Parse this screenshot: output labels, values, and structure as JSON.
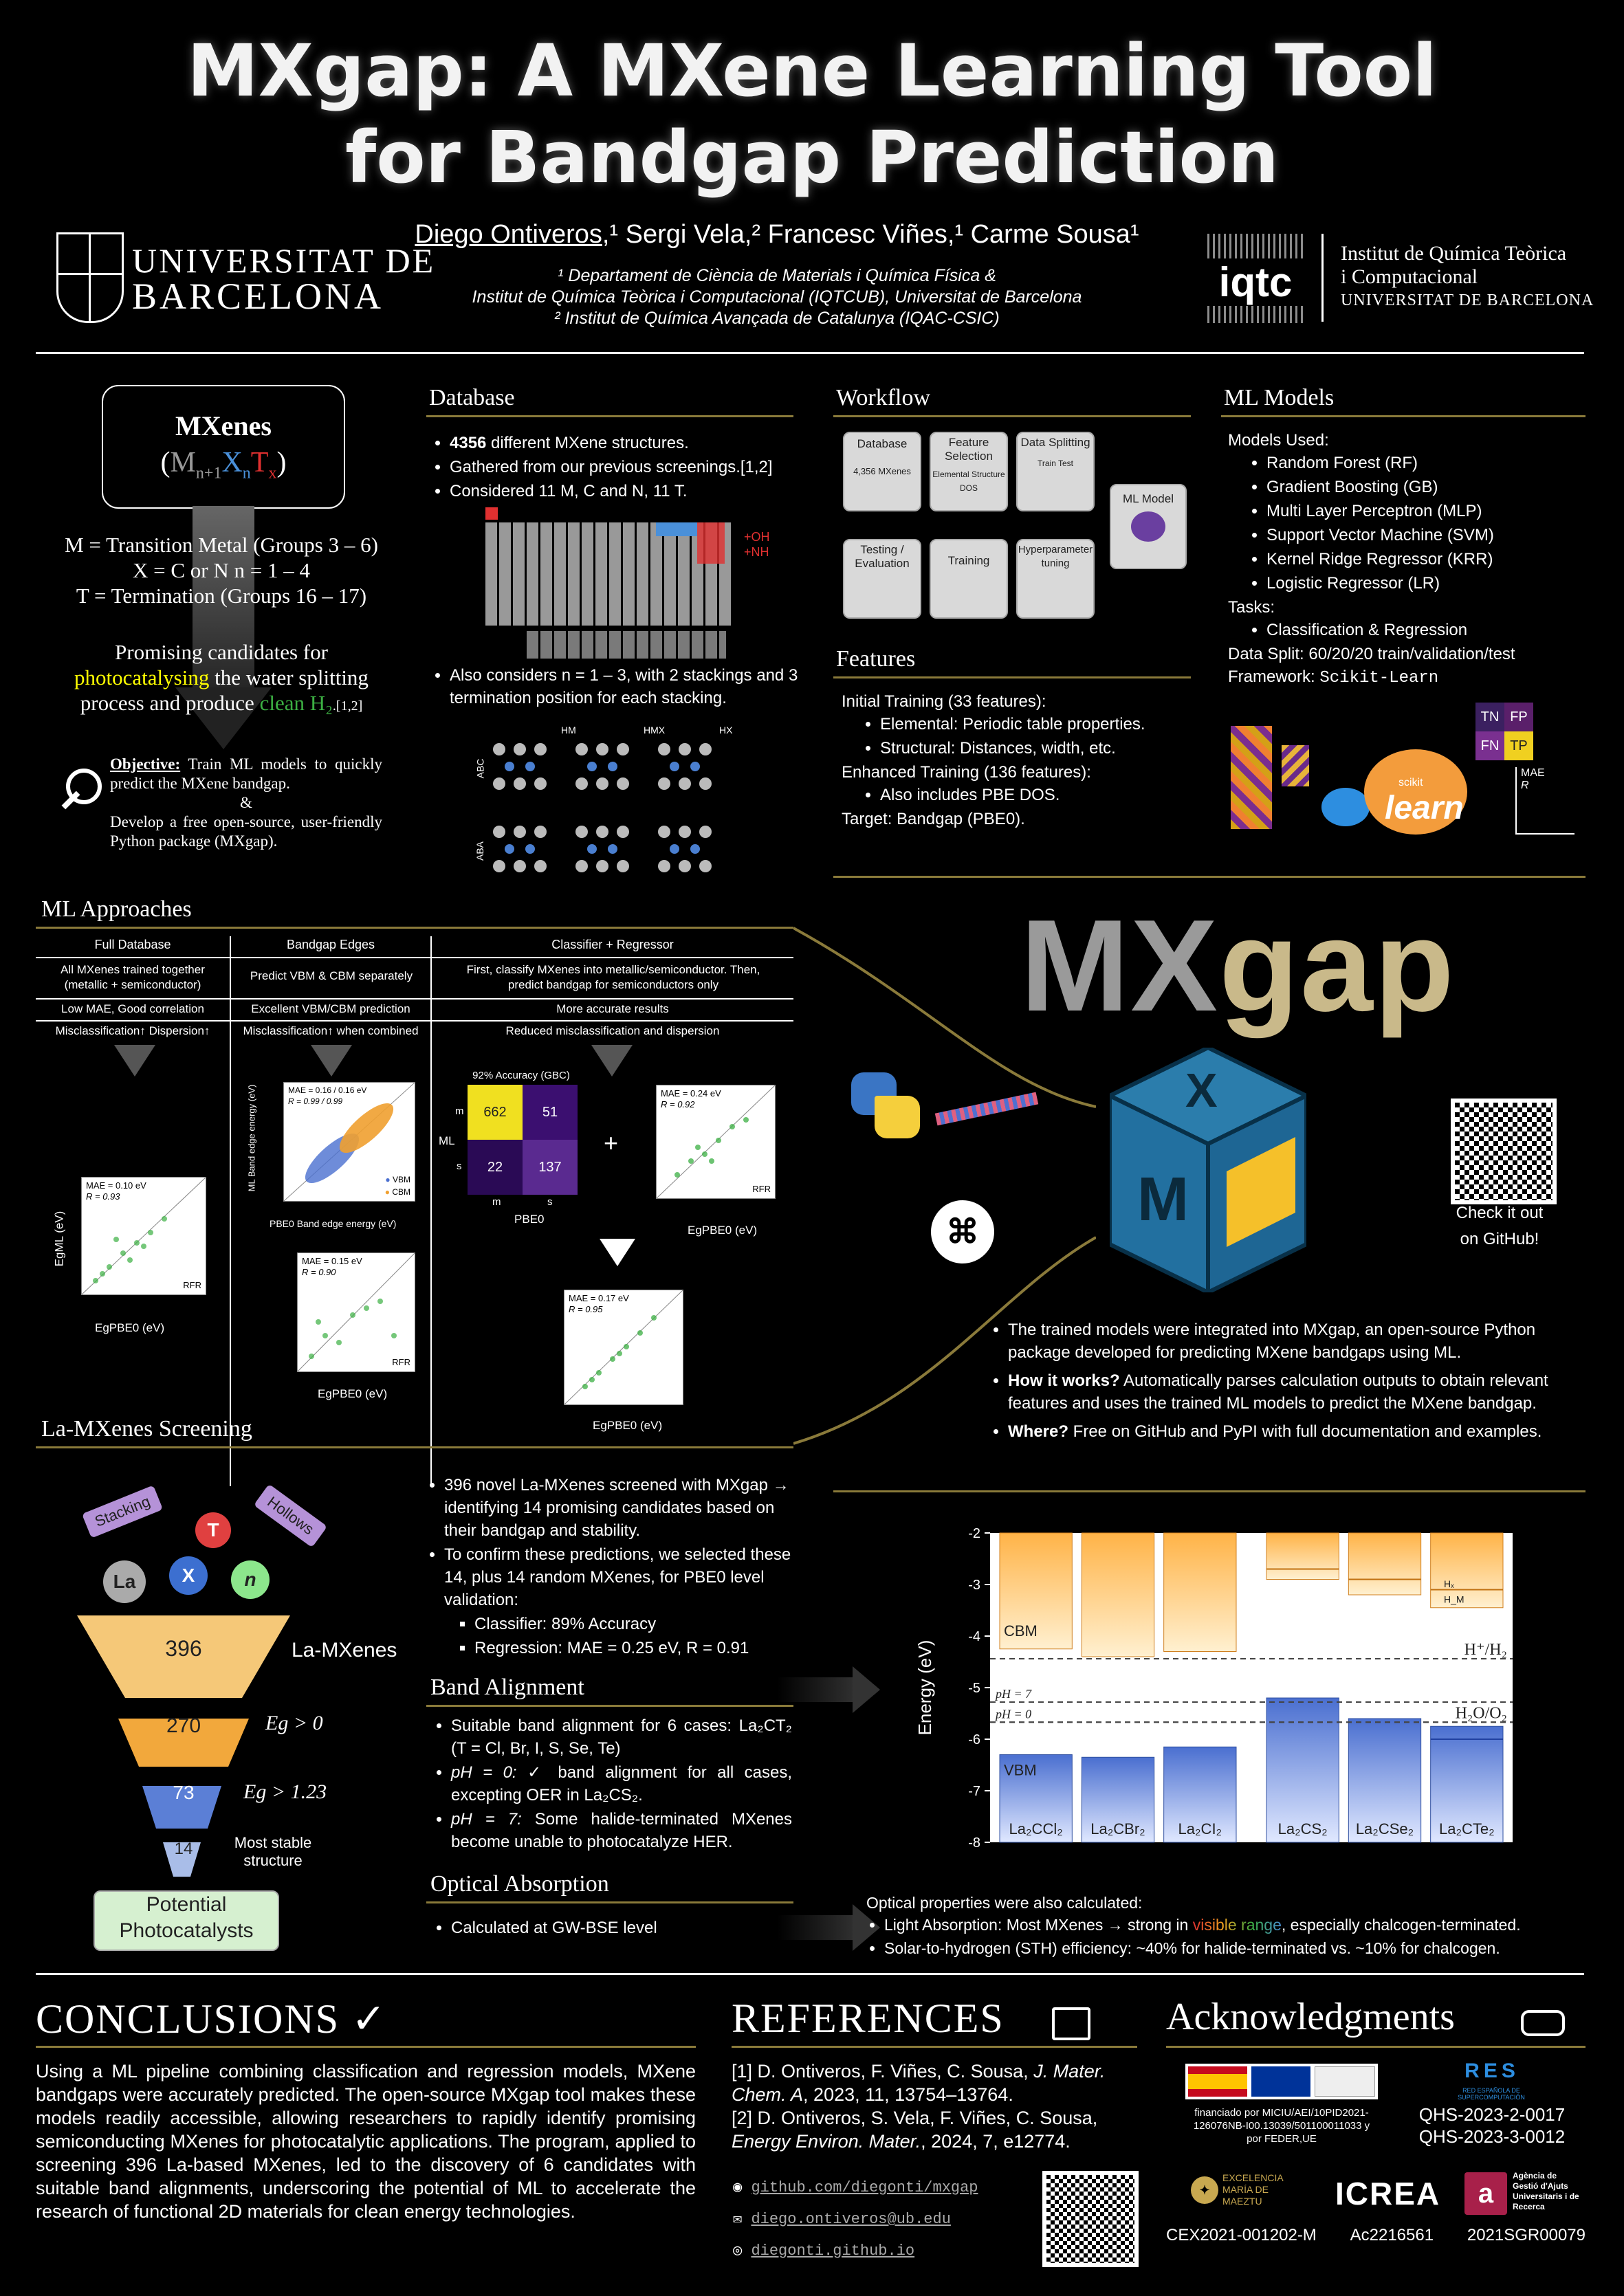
{
  "title": {
    "line1": "MXgap: A MXene Learning Tool",
    "line2": "for Bandgap Prediction"
  },
  "authors": {
    "first": "Diego Ontiveros",
    "rest": ",¹ Sergi Vela,² Francesc Viñes,¹ Carme Sousa¹",
    "aff1": "¹ Departament de Ciència de Materials i Química Física &",
    "aff1b": "Institut de Química Teòrica i Computacional (IQTCUB), Universitat de Barcelona",
    "aff2": "² Institut de Química Avançada de Catalunya (IQAC-CSIC)"
  },
  "logos": {
    "ub_line1": "UNIVERSITAT DE",
    "ub_line2": "BARCELONA",
    "iqtc_mark": "iqtc",
    "iqtc_line1": "Institut de Química Teòrica",
    "iqtc_line2": "i Computacional",
    "iqtc_line3": "UNIVERSITAT DE BARCELONA"
  },
  "mxenes": {
    "box_title": "MXenes",
    "formula": "(Mn+1XnTx)",
    "m_line": "M = Transition Metal (Groups 3 – 6)",
    "x_line": "X = C or N   n = 1 – 4",
    "t_line": "T = Termination (Groups 16 – 17)",
    "promise1": "Promising candidates for",
    "promise2_hl": "photocatalysing",
    "promise2": " the water splitting",
    "promise3": "process and produce ",
    "promise3_hl": "clean H₂",
    "promise3_ref": ".[1,2]",
    "objective_label": "Objective:",
    "objective1": " Train ML models to quickly predict the MXene bandgap.",
    "objective_amp": "&",
    "objective2": "Develop a free open-source, user-friendly Python package (MXgap)."
  },
  "database": {
    "heading": "Database",
    "b1_bold": "4356",
    "b1": " different MXene structures.",
    "b2": "Gathered from our previous screenings.[1,2]",
    "b3": "Considered 11 M, C and N, 11 T.",
    "oh": "+OH",
    "nh": "+NH",
    "b4": "Also considers n = 1 – 3, with 2 stackings and 3 termination position for each stacking.",
    "abc": "ABC",
    "aba": "ABA",
    "hm": "HM",
    "hmx": "HMX",
    "hx": "HX"
  },
  "workflow": {
    "heading": "Workflow",
    "database": "Database",
    "db_count": "4,356 MXenes",
    "feature": "Feature Selection",
    "feature_sub": "Elemental Structure DOS",
    "splitting": "Data Splitting",
    "split_sub": "Train Test",
    "ml_model": "ML Model",
    "testing": "Testing / Evaluation",
    "training": "Training",
    "hyper": "Hyperparameter tuning"
  },
  "features": {
    "heading": "Features",
    "initial": "Initial Training (33 features):",
    "elemental": "Elemental: Periodic table properties.",
    "structural": "Structural: Distances, width, etc.",
    "enhanced": "Enhanced Training (136 features):",
    "dos": "Also includes PBE DOS.",
    "target": "Target: Bandgap (PBE0)."
  },
  "ml_models": {
    "heading": "ML Models",
    "used": "Models Used:",
    "models": [
      "Random Forest (RF)",
      "Gradient Boosting (GB)",
      "Multi Layer Perceptron (MLP)",
      "Support Vector Machine (SVM)",
      "Kernel Ridge Regressor (KRR)",
      "Logistic Regressor (LR)"
    ],
    "tasks": "Tasks:",
    "task1": "Classification & Regression",
    "split": "Data Split: 60/20/20 train/validation/test",
    "framework": "Framework: ",
    "framework_mono": "Scikit-Learn",
    "tn": "TN",
    "fp": "FP",
    "fn": "FN",
    "tp": "TP",
    "mae": "MAE",
    "r": "R",
    "sk_small": "scikit",
    "sk_big": "learn"
  },
  "approaches": {
    "heading": "ML Approaches",
    "cols": [
      "Full Database",
      "Bandgap Edges",
      "Classifier + Regressor"
    ],
    "row1": [
      "All MXenes trained together (metallic + semiconductor)",
      "Predict VBM & CBM separately",
      "First, classify MXenes into metallic/semiconductor. Then, predict bandgap for semiconductors only"
    ],
    "row2": [
      "Low MAE, Good correlation",
      "Excellent VBM/CBM prediction",
      "More accurate results"
    ],
    "row3": [
      "Misclassification↑ Dispersion↑",
      "Misclassification↑ when combined",
      "Reduced misclassification and dispersion"
    ],
    "p1_mae": "MAE = 0.10 eV",
    "p1_r": "R = 0.93",
    "p1_tag": "RFR",
    "p2_mae": "MAE = 0.16 / 0.16 eV",
    "p2_r": "R = 0.99 / 0.99",
    "p2_vbm": "VBM",
    "p2_cbm": "CBM",
    "p2_xlabel": "PBE0 Band edge energy (eV)",
    "p2_ylabel": "ML Band edge energy (eV)",
    "p3_mae": "MAE = 0.15 eV",
    "p3_r": "R = 0.90",
    "p3_tag": "RFR",
    "cm_title": "92% Accuracy (GBC)",
    "cm": [
      662,
      51,
      22,
      137
    ],
    "cm_m": "m",
    "cm_s": "s",
    "cm_xlabel": "PBE0",
    "cm_ylabel": "ML",
    "p4_mae": "MAE = 0.24 eV",
    "p4_r": "R = 0.92",
    "p4_tag": "RFR",
    "p5_mae": "MAE = 0.17 eV",
    "p5_r": "R = 0.95",
    "xlabel": "EgPBE0 (eV)",
    "ylabel": "EgML (eV)"
  },
  "mxgap": {
    "logo_mx": "MX",
    "logo_gap": "gap",
    "cube_x": "X",
    "cube_m": "M",
    "github1": "Check it out",
    "github2": "on GitHub!",
    "b1": "The trained models were integrated into MXgap, an open-source Python package developed for predicting MXene bandgaps using ML.",
    "b2_bold": "How it works?",
    "b2": " Automatically parses calculation outputs to obtain relevant features and uses the trained ML models to predict the MXene bandgap.",
    "b3_bold": "Where?",
    "b3": " Free on GitHub and PyPI with full documentation and examples."
  },
  "screening": {
    "heading": "La-MXenes Screening",
    "stacking": "Stacking",
    "t": "T",
    "hollows": "Hollows",
    "la": "La",
    "x": "X",
    "n": "n",
    "n396": "396",
    "la_mxenes": "La-MXenes",
    "n270": "270",
    "eg0": "Eg > 0",
    "n73": "73",
    "eg123": "Eg > 1.23",
    "n14": "14",
    "stable1": "Most stable",
    "stable2": "structure",
    "potential1": "Potential",
    "potential2": "Photocatalysts",
    "b1": "396 novel La-MXenes screened with MXgap → identifying 14 promising candidates based on their bandgap and stability.",
    "b2": "To confirm these predictions, we selected these 14, plus 14 random MXenes, for PBE0 level validation:",
    "b2a": "Classifier: 89% Accuracy",
    "b2b": "Regression: MAE =  0.25 eV, R = 0.91"
  },
  "band": {
    "heading": "Band Alignment",
    "b1": "Suitable band alignment for 6 cases: La₂CT₂ (T = Cl, Br, I, S, Se, Te)",
    "b2_i": "pH = 0:",
    "b2": " ✓ band alignment for all cases, excepting OER in La₂CS₂.",
    "b3_i": "pH = 7:",
    "b3": " Some halide-terminated MXenes become unable to photocatalyze HER."
  },
  "optical": {
    "heading": "Optical Absorption",
    "b1": "Calculated at GW-BSE level",
    "r0": "Optical properties were also calculated:",
    "r1a": "Light Absorption: Most MXenes → strong in ",
    "r1b": "visible range",
    "r1c": ", especially chalcogen-terminated.",
    "r2": "Solar-to-hydrogen (STH) efficiency: ~40% for halide-terminated vs. ~10% for chalcogen."
  },
  "chart_data": {
    "type": "bar",
    "ylabel": "Energy (eV)",
    "ylim": [
      -8,
      -2
    ],
    "yticks": [
      -8,
      -7,
      -6,
      -5,
      -4,
      -3,
      -2
    ],
    "categories": [
      "La₂CCl₂",
      "La₂CBr₂",
      "La₂CI₂",
      "La₂CS₂",
      "La₂CSe₂",
      "La₂CTe₂"
    ],
    "series": [
      {
        "name": "CBM",
        "values": [
          -4.25,
          -4.4,
          -4.3,
          -2.9,
          -3.2,
          -3.45
        ]
      },
      {
        "name": "VBM",
        "values": [
          -6.3,
          -6.35,
          -6.15,
          -5.2,
          -5.6,
          -5.75
        ]
      }
    ],
    "cbm_alt": [
      null,
      null,
      null,
      -2.7,
      -2.9,
      -3.1
    ],
    "vbm_alt": [
      null,
      null,
      null,
      null,
      null,
      -6.0
    ],
    "lines": [
      {
        "label": "H⁺/H₂",
        "value": -4.44
      },
      {
        "label": "H₂O/O₂",
        "value": -5.67
      },
      {
        "label": "pH = 7",
        "value": -5.28
      },
      {
        "label": "pH = 0",
        "value": -5.67
      }
    ],
    "h_labels": [
      "Hₓ",
      "H_M"
    ],
    "cbm_label": "CBM",
    "vbm_label": "VBM"
  },
  "conclusions": {
    "heading": "CONCLUSIONS ✓",
    "text": "Using a ML pipeline combining classification and regression models, MXene bandgaps were accurately predicted. The open-source MXgap tool makes these models readily accessible, allowing researchers to rapidly identify promising semiconducting MXenes for photocatalytic applications. The program, applied to screening 396 La-based MXenes, led to the discovery of 6 candidates with suitable band alignments, underscoring the potential of ML to accelerate the research of functional 2D materials for clean energy technologies."
  },
  "references": {
    "heading": "REFERENCES",
    "r1a": "[1] D. Ontiveros, F. Viñes, C. Sousa, ",
    "r1b": "J. Mater. Chem. A",
    "r1c": ", 2023, 11, 13754–13764.",
    "r2a": "[2] D. Ontiveros, S. Vela, F. Viñes, C. Sousa, ",
    "r2b": "Energy Environ. Mater.",
    "r2c": ", 2024, 7, e12774.",
    "github": "github.com/diegonti/mxgap",
    "email": "diego.ontiveros@ub.edu",
    "web": "diegonti.github.io"
  },
  "ack": {
    "heading": "Acknowledgments",
    "funded": "financiado por MICIU/AEI/10PID2021-126076NB-I00.13039/501100011033 y por FEDER,UE",
    "qhs1": "QHS-2023-2-0017",
    "qhs2": "QHS-2023-3-0012",
    "res": "RES",
    "res_sub": "RED ESPAÑOLA DE SUPERCOMPUTACIÓN",
    "maeztu": "EXCELENCIA MARÍA DE MAEZTU",
    "icrea": "ICREA",
    "agaur": "Agència de Gestió d'Ajuts Universitaris i de Recerca",
    "cex": "CEX2021-001202-M",
    "ac": "Ac2216561",
    "sgr": "2021SGR00079"
  },
  "colors": {
    "gold": "#8a7a3a",
    "accent_blue": "#4a90d9",
    "cbm": "#ffcc80",
    "vbm": "#5b7fd6",
    "highlight_yellow": "#ffff00",
    "green": "#3cb043"
  }
}
